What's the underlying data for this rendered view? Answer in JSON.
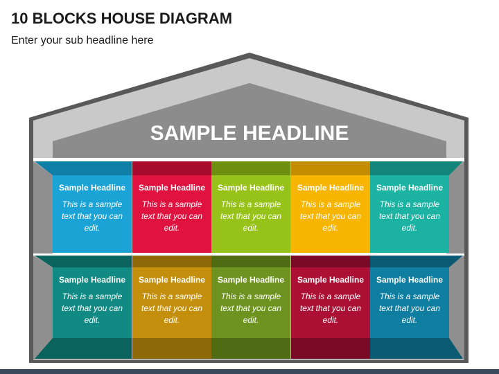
{
  "title": "10 BLOCKS HOUSE DIAGRAM",
  "subtitle": "Enter your sub headline here",
  "headline": "SAMPLE HEADLINE",
  "colors": {
    "frame": "#595959",
    "roof_light": "#c8c8c8",
    "roof_mid": "#a6a6a6",
    "roof_dark": "#8a8a8a"
  },
  "blocks": [
    {
      "heading": "Sample Headline",
      "text": "This is a sample text that you can edit.",
      "color": "#1aa3d4",
      "dark": "#0f7fa8"
    },
    {
      "heading": "Sample Headline",
      "text": "This is a sample text that you can edit.",
      "color": "#e0123f",
      "dark": "#a80a2d"
    },
    {
      "heading": "Sample Headline",
      "text": "This is a sample text that you can edit.",
      "color": "#97c21a",
      "dark": "#6f8f10"
    },
    {
      "heading": "Sample Headline",
      "text": "This is a sample text that you can edit.",
      "color": "#f7b500",
      "dark": "#c48d00"
    },
    {
      "heading": "Sample Headline",
      "text": "This is a sample text that you can edit.",
      "color": "#1cb3a3",
      "dark": "#13857a"
    },
    {
      "heading": "Sample Headline",
      "text": "This is a sample text that you can edit.",
      "color": "#108a82",
      "dark": "#0a635d"
    },
    {
      "heading": "Sample Headline",
      "text": "This is a sample text that you can edit.",
      "color": "#c48f0d",
      "dark": "#8f6808"
    },
    {
      "heading": "Sample Headline",
      "text": "This is a sample text that you can edit.",
      "color": "#6f9320",
      "dark": "#4f6b14"
    },
    {
      "heading": "Sample Headline",
      "text": "This is a sample text that you can edit.",
      "color": "#ad1035",
      "dark": "#7a0a25"
    },
    {
      "heading": "Sample Headline",
      "text": "This is a sample text that you can edit.",
      "color": "#0f7ea0",
      "dark": "#0a5a73"
    }
  ]
}
